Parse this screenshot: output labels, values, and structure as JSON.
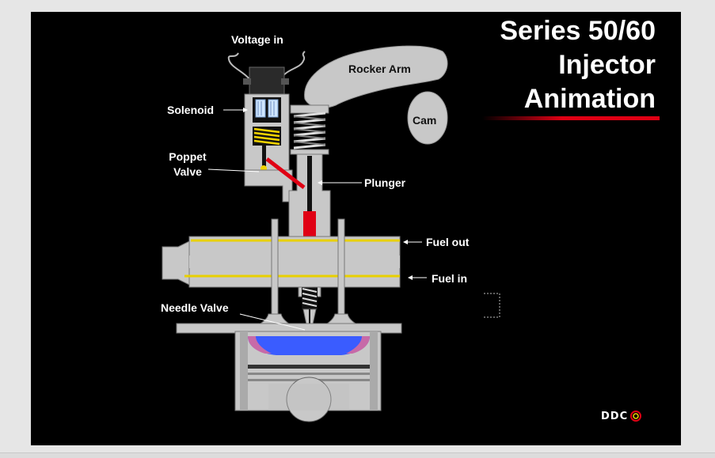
{
  "title": {
    "line1": "Series 50/60",
    "line2": "Injector",
    "line3": "Animation"
  },
  "labels": {
    "voltage_in": "Voltage in",
    "rocker_arm": "Rocker Arm",
    "cam": "Cam",
    "solenoid": "Solenoid",
    "poppet_valve_1": "Poppet",
    "poppet_valve_2": "Valve",
    "plunger": "Plunger",
    "fuel_out": "Fuel out",
    "fuel_in": "Fuel in",
    "needle_valve": "Needle Valve"
  },
  "logo": {
    "text": "DDC"
  },
  "colors": {
    "background": "#000000",
    "metal": "#c8c8c8",
    "fuel_line": "#e8d000",
    "high_pressure_fuel": "#e00014",
    "spring_yellow": "#f2d400",
    "combustion_blue": "#3a5cff",
    "title_accent": "#e00014"
  }
}
